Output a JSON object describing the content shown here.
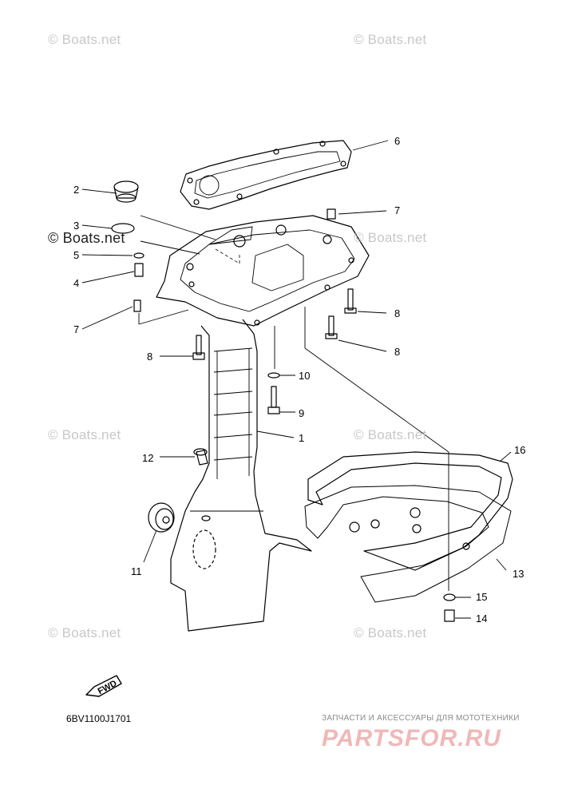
{
  "watermark_text": "© Boats.net",
  "watermark_strong_text": "© Boats.net",
  "drawing_code": "6BV1100J1701",
  "fwd_label": "FWD",
  "footer": {
    "tagline": "ЗАПЧАСТИ И АКСЕССУАРЫ ДЛЯ МОТОТЕХНИКИ",
    "brand": "PARTSFOR.RU"
  },
  "callouts": {
    "c1": "1",
    "c2": "2",
    "c3": "3",
    "c4": "4",
    "c5": "5",
    "c6": "6",
    "c7a": "7",
    "c7b": "7",
    "c8a": "8",
    "c8b": "8",
    "c8c": "8",
    "c9": "9",
    "c10": "10",
    "c11": "11",
    "c12": "12",
    "c13": "13",
    "c14": "14",
    "c15": "15",
    "c16": "16"
  },
  "colors": {
    "line": "#000000",
    "watermark": "#c8c8c8",
    "brand": "#f0b8b8"
  }
}
